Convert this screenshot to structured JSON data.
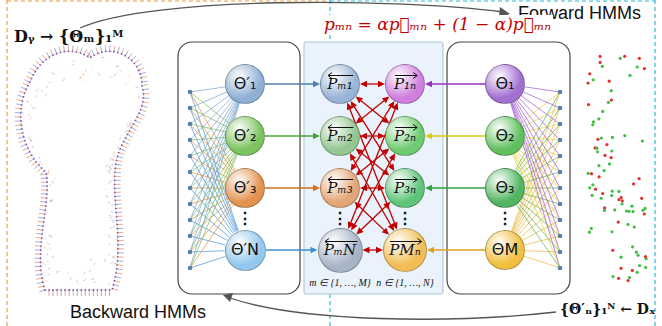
{
  "diagram": {
    "nodes": [
      {
        "text": [
          "Θ′₁"
        ]
      },
      {
        "text": [
          "Θ′₂"
        ]
      },
      {
        "text": [
          "Θ′₃"
        ]
      },
      {
        "text": [
          "Θ′N"
        ]
      },
      {
        "text": [
          "Pₘ₁"
        ]
      },
      {
        "text": [
          "Pₘ₂"
        ]
      },
      {
        "text": [
          "Pₘ₃"
        ]
      },
      {
        "text": [
          "PₘN"
        ]
      },
      {
        "text": [
          "P₁ₙ"
        ]
      },
      {
        "text": [
          "P₂ₙ"
        ]
      },
      {
        "text": [
          "P₃ₙ"
        ]
      },
      {
        "text": [
          "PMₙ"
        ]
      },
      {
        "text": [
          "Θ₁"
        ]
      },
      {
        "text": [
          "Θ₂"
        ]
      },
      {
        "text": [
          "Θ₃"
        ]
      },
      {
        "text": [
          "ΘM"
        ]
      }
    ],
    "edges": [
      {
        "from": 0,
        "to": 4,
        "arrow": "to"
      },
      {
        "from": 1,
        "to": 5,
        "arrow": "to"
      },
      {
        "from": 2,
        "to": 6,
        "arrow": "to"
      },
      {
        "from": 3,
        "to": 7,
        "arrow": "to"
      },
      {
        "from": 12,
        "to": 8,
        "arrow": "to"
      },
      {
        "from": 13,
        "to": 9,
        "arrow": "to"
      },
      {
        "from": 14,
        "to": 10,
        "arrow": "to"
      },
      {
        "from": 15,
        "to": 11,
        "arrow": "to"
      },
      {
        "from": 4,
        "to": 8,
        "arrow": "both"
      },
      {
        "from": 4,
        "to": 9,
        "arrow": "both"
      },
      {
        "from": 4,
        "to": 10,
        "arrow": "both"
      },
      {
        "from": 4,
        "to": 11,
        "arrow": "both"
      },
      {
        "from": 5,
        "to": 8,
        "arrow": "both"
      },
      {
        "from": 5,
        "to": 9,
        "arrow": "both"
      },
      {
        "from": 5,
        "to": 10,
        "arrow": "both"
      },
      {
        "from": 5,
        "to": 11,
        "arrow": "both"
      },
      {
        "from": 6,
        "to": 8,
        "arrow": "both"
      },
      {
        "from": 6,
        "to": 9,
        "arrow": "both"
      },
      {
        "from": 6,
        "to": 10,
        "arrow": "both"
      },
      {
        "from": 6,
        "to": 11,
        "arrow": "both"
      },
      {
        "from": 7,
        "to": 8,
        "arrow": "both"
      },
      {
        "from": 7,
        "to": 9,
        "arrow": "both"
      },
      {
        "from": 7,
        "to": 10,
        "arrow": "both"
      },
      {
        "from": 7,
        "to": 11,
        "arrow": "both"
      }
    ],
    "labels": [
      "Forward HMMs",
      "Dᵧ → {Θₘ}₁ᴹ",
      "pₘₙ = αp⃗ₘₙ + (1 − α)p⃖ₘₙ",
      "m ∈ {1, …, M}",
      "n ∈ {1, …, N}",
      "{Θ′ₙ}₁ᴺ ← Dₓ",
      "Backward HMMs",
      "⋮",
      "⋮",
      "⋮",
      "⋮"
    ]
  }
}
